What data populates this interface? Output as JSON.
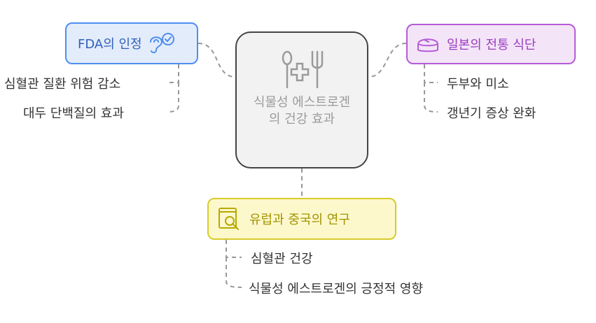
{
  "center": {
    "label": "식물성 에스트로겐의 건강 효과",
    "icon": "utensils-medical-icon"
  },
  "nodes": {
    "fda": {
      "label": "FDA의 인정",
      "icon": "ear-check-icon",
      "children": [
        "심혈관 질환 위험 감소",
        "대두 단백질의 효과"
      ]
    },
    "japan": {
      "label": "일본의 전통 식단",
      "icon": "sushi-icon",
      "children": [
        "두부와 미소",
        "갱년기 증상 완화"
      ]
    },
    "europe_china": {
      "label": "유럽과 중국의 연구",
      "icon": "book-search-icon",
      "children": [
        "심혈관 건강",
        "식물성 에스트로겐의 긍정적 영향"
      ]
    }
  },
  "colors": {
    "fda_border": "#4f8ef0",
    "japan_border": "#b65ad8",
    "europe_border": "#d8cc2a",
    "center_border": "#444444"
  }
}
